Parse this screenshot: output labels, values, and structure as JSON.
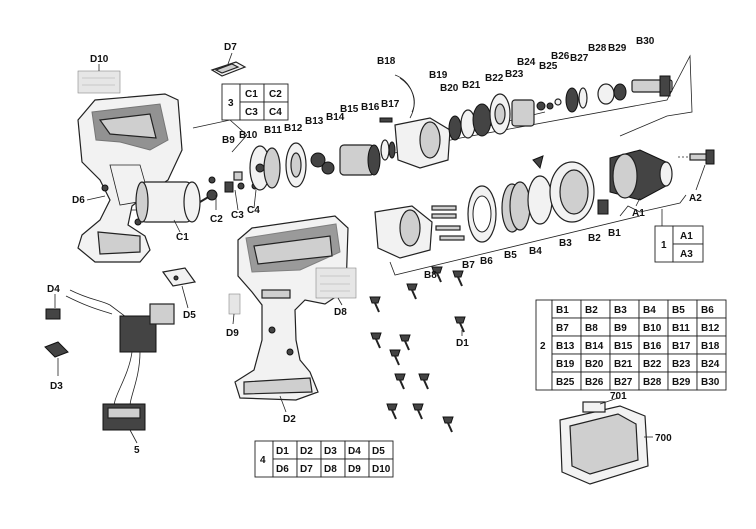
{
  "labels": {
    "D10": "D10",
    "D7": "D7",
    "D6": "D6",
    "D4": "D4",
    "D5": "D5",
    "D3": "D3",
    "D8": "D8",
    "D9": "D9",
    "D2": "D2",
    "D1": "D1",
    "five": "5",
    "C1": "C1",
    "C2": "C2",
    "C3": "C3",
    "C4": "C4",
    "A1": "A1",
    "A2": "A2",
    "B1": "B1",
    "B2": "B2",
    "B3": "B3",
    "B4": "B4",
    "B5": "B5",
    "B6": "B6",
    "B7": "B7",
    "B8": "B8",
    "B9": "B9",
    "B10": "B10",
    "B11": "B11",
    "B12": "B12",
    "B13": "B13",
    "B14": "B14",
    "B15": "B15",
    "B16": "B16",
    "B17": "B17",
    "B18": "B18",
    "B19": "B19",
    "B20": "B20",
    "B21": "B21",
    "B22": "B22",
    "B23": "B23",
    "B24": "B24",
    "B25": "B25",
    "B26": "B26",
    "B27": "B27",
    "B28": "B28",
    "B29": "B29",
    "B30": "B30",
    "p701": "701",
    "p700": "700"
  },
  "table_c": {
    "group": "3",
    "cells": [
      "C1",
      "C2",
      "C3",
      "C4"
    ]
  },
  "table_a": {
    "group": "1",
    "cells": [
      "A1",
      "A3"
    ]
  },
  "table_b": {
    "group": "2",
    "cells": [
      "B1",
      "B2",
      "B3",
      "B4",
      "B5",
      "B6",
      "B7",
      "B8",
      "B9",
      "B10",
      "B11",
      "B12",
      "B13",
      "B14",
      "B15",
      "B16",
      "B17",
      "B18",
      "B19",
      "B20",
      "B21",
      "B22",
      "B23",
      "B24",
      "B25",
      "B26",
      "B27",
      "B28",
      "B29",
      "B30"
    ]
  },
  "table_d": {
    "group": "4",
    "cells": [
      "D1",
      "D2",
      "D3",
      "D4",
      "D5",
      "D6",
      "D7",
      "D8",
      "D9",
      "D10"
    ]
  }
}
